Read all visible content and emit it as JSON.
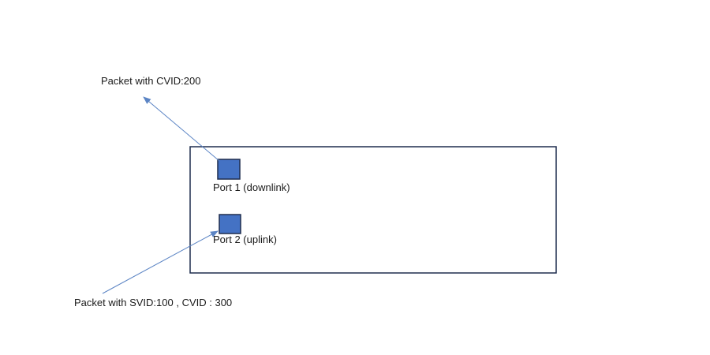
{
  "labels": {
    "outgoing_packet": "Packet with CVID:200",
    "incoming_packet": "Packet with SVID:100 , CVID : 300"
  },
  "ports": [
    {
      "label": "Port 1 (downlink)"
    },
    {
      "label": "Port 2 (uplink)"
    }
  ],
  "colors": {
    "device_border": "#1f2d4e",
    "port_fill": "#4472c4",
    "port_border": "#1f2d4e",
    "arrow": "#5b84c4",
    "text": "#1a1a1a",
    "background": "#ffffff"
  }
}
